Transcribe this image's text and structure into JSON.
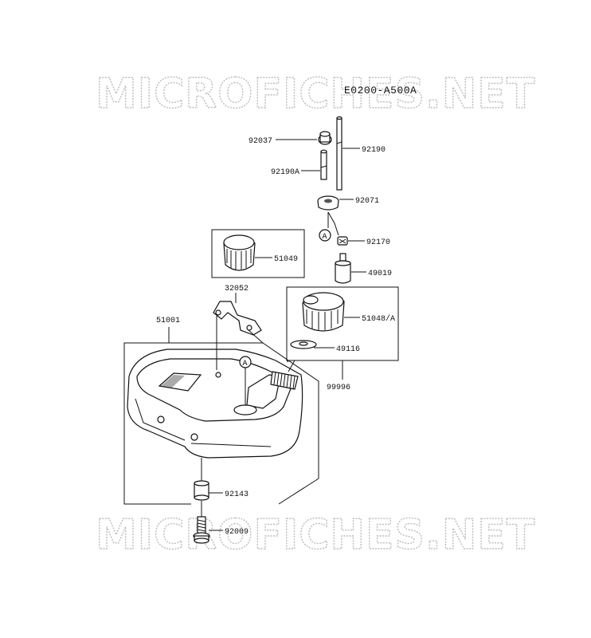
{
  "watermark": "MICROFICHES.NET",
  "diagram_code": "E0200-A500A",
  "reference_marker": "A",
  "parts": {
    "p92037": "92037",
    "p92190": "92190",
    "p92190a": "92190A",
    "p92071": "92071",
    "p92170": "92170",
    "p51049": "51049",
    "p49019": "49019",
    "p32052": "32052",
    "p51001": "51001",
    "p51048a": "51048/A",
    "p49116": "49116",
    "p99996": "99996",
    "p92143": "92143",
    "p92009": "92009"
  }
}
